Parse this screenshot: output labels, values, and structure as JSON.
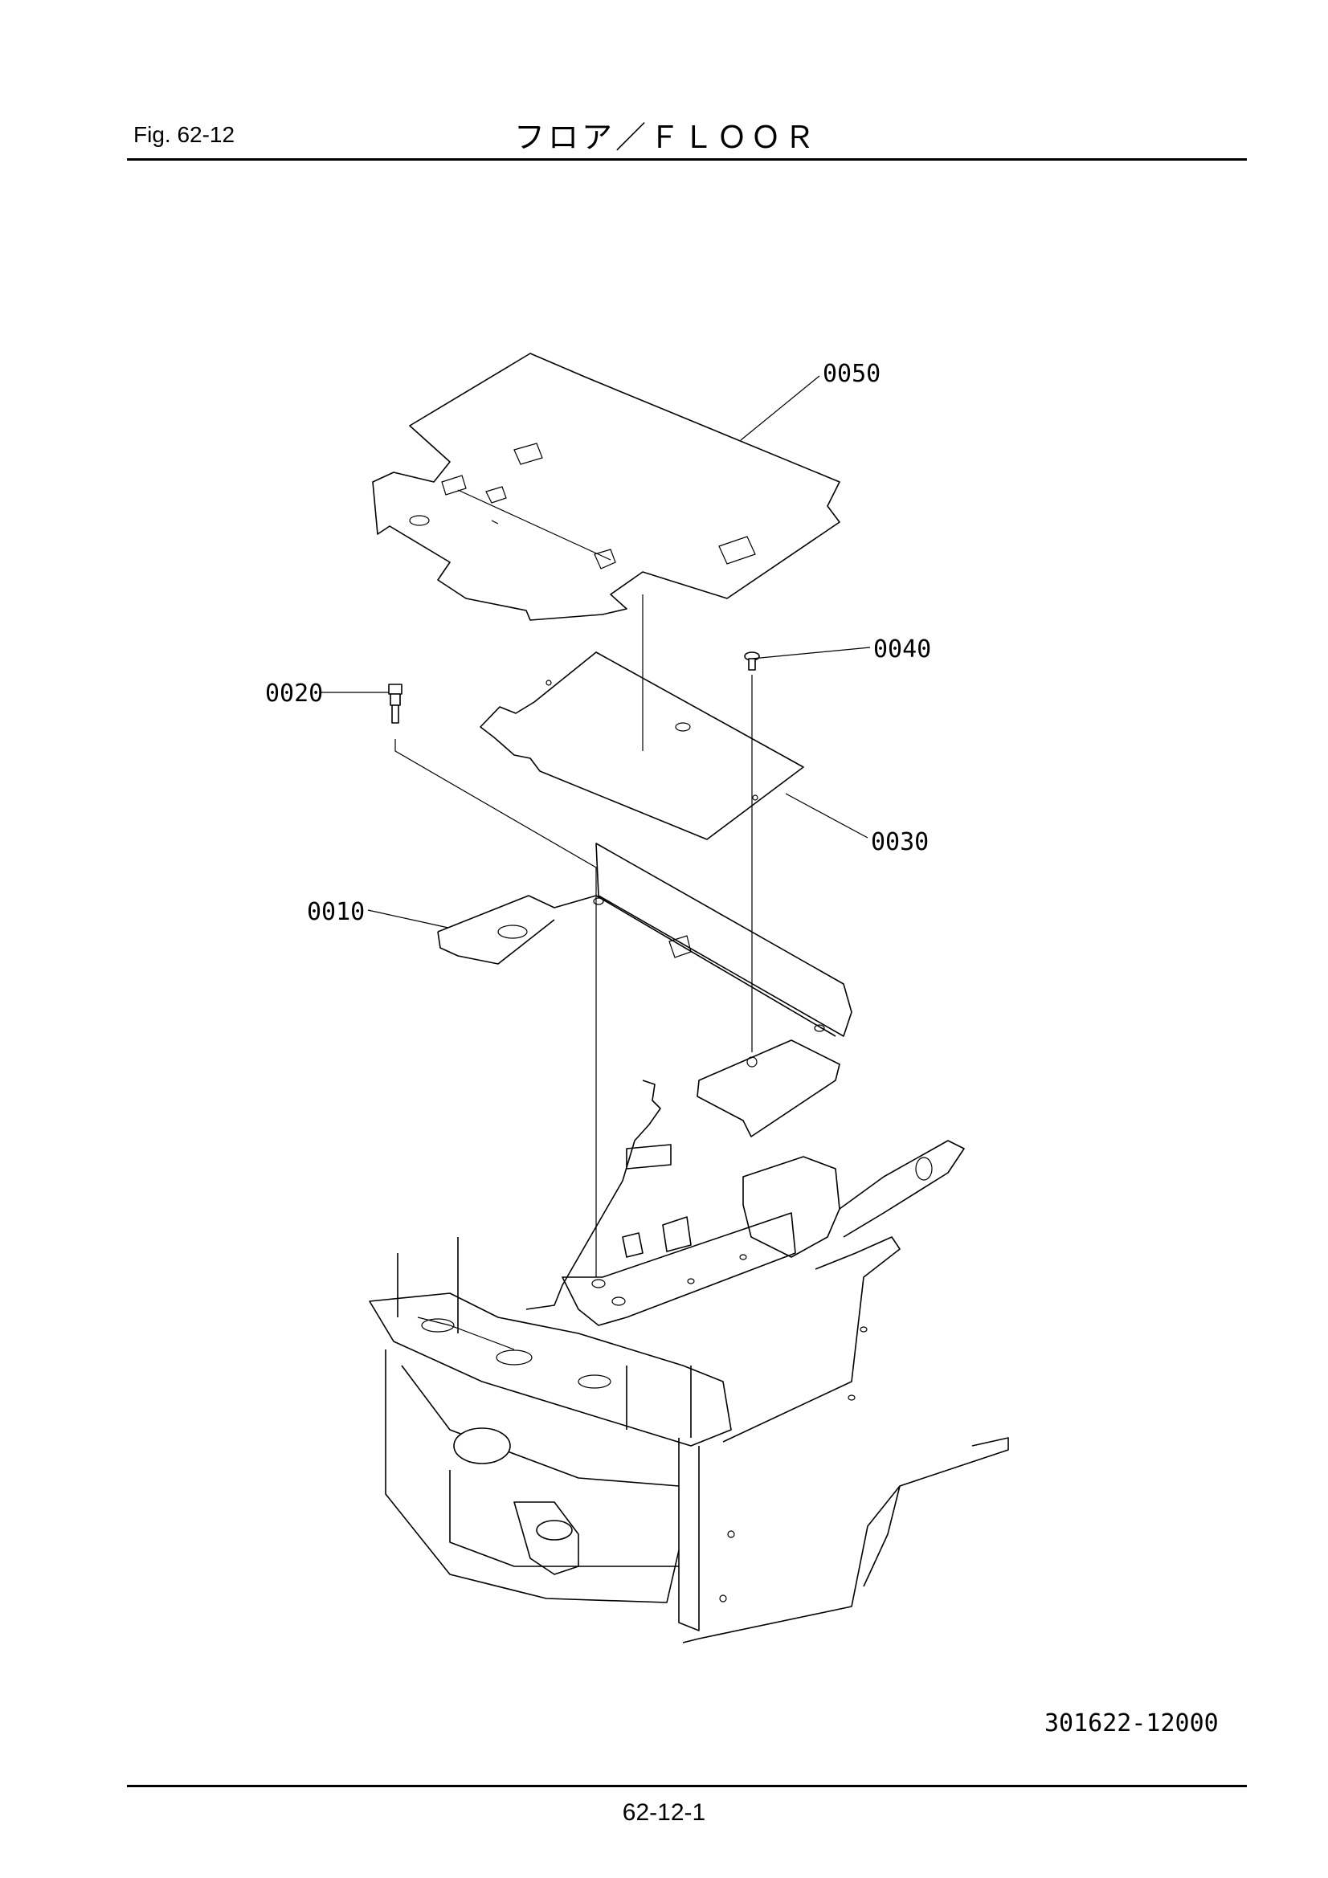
{
  "header": {
    "figure_label": "Fig.  62-12",
    "title": "フロア／ＦＬＯＯＲ"
  },
  "callouts": [
    {
      "id": "0050",
      "text": "0050"
    },
    {
      "id": "0040",
      "text": "0040"
    },
    {
      "id": "0020",
      "text": "0020"
    },
    {
      "id": "0030",
      "text": "0030"
    },
    {
      "id": "0010",
      "text": "0010"
    }
  ],
  "footer": {
    "drawing_number": "301622-12000",
    "page_number": "62-12-1"
  }
}
